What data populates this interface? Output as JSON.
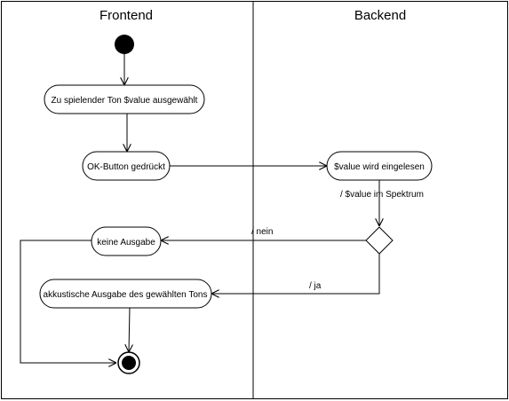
{
  "swimlanes": {
    "frontend": "Frontend",
    "backend": "Backend"
  },
  "nodes": {
    "select_tone": "Zu spielender Ton $value ausgewählt",
    "ok_pressed": "OK-Button gedrückt",
    "value_read": "$value wird eingelesen",
    "no_output": "keine Ausgabe",
    "acoustic_output": "akkustische Ausgabe des gewählten Tons"
  },
  "edges": {
    "in_spectrum": "/ $value im Spektrum",
    "no": "/ nein",
    "yes": "/ ja"
  }
}
